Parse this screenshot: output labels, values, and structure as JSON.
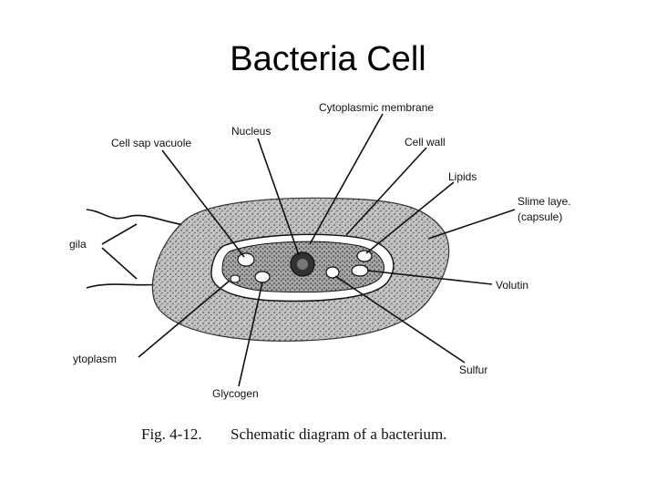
{
  "title": "Bacteria Cell",
  "labels": {
    "cytoplasmic_membrane": "Cytoplasmic membrane",
    "nucleus": "Nucleus",
    "cell_sap_vacuole": "Cell sap vacuole",
    "cell_wall": "Cell wall",
    "lipids": "Lipids",
    "slime_layer": "Slime laye.",
    "capsule": "(capsule)",
    "flagella": "gila",
    "volutin": "Volutin",
    "cytoplasm": "ytoplasm",
    "sulfur": "Sulfur",
    "glycogen": "Glycogen"
  },
  "caption": {
    "fig_number": "Fig. 4-12.",
    "text": "Schematic diagram of a bacterium."
  },
  "colors": {
    "ink": "#111111",
    "capsule_fill": "#b8b8b8",
    "cytoplasm_fill": "#9a9a9a",
    "wall_fill": "#ffffff"
  }
}
